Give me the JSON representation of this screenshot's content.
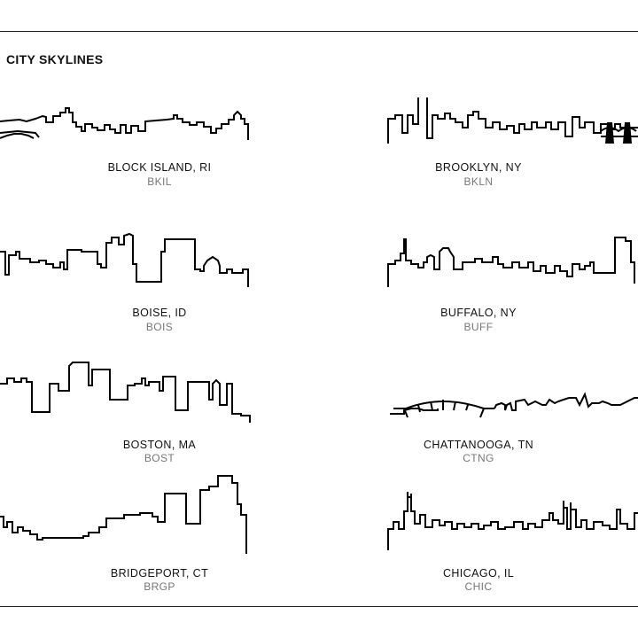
{
  "page": {
    "title": "CITY SKYLINES"
  },
  "skylines": [
    {
      "name": "BLOCK ISLAND, RI",
      "code": "BKIL"
    },
    {
      "name": "BROOKLYN, NY",
      "code": "BKLN"
    },
    {
      "name": "BOISE, ID",
      "code": "BOIS"
    },
    {
      "name": "BUFFALO, NY",
      "code": "BUFF"
    },
    {
      "name": "BOSTON, MA",
      "code": "BOST"
    },
    {
      "name": "CHATTANOOGA, TN",
      "code": "CTNG"
    },
    {
      "name": "BRIDGEPORT, CT",
      "code": "BRGP"
    },
    {
      "name": "CHICAGO, IL",
      "code": "CHIC"
    }
  ]
}
